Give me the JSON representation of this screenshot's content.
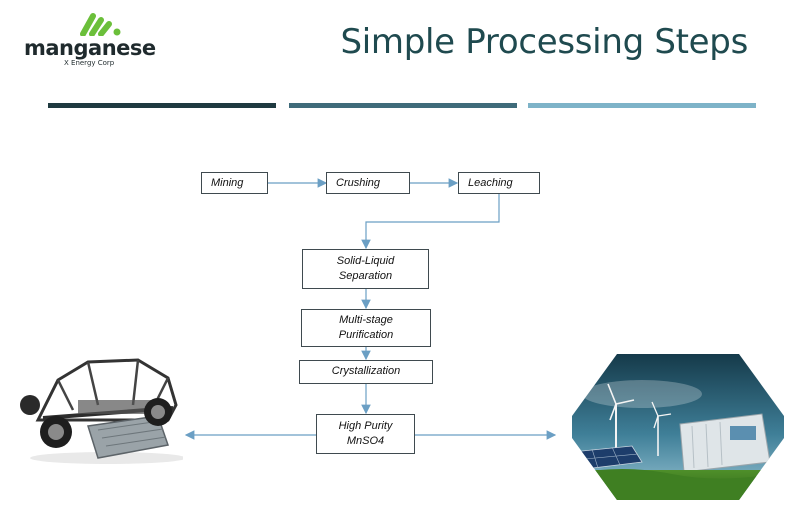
{
  "logo": {
    "wordmark": "manganese",
    "subtitle": "X Energy Corp",
    "brand_color": "#6bbf3a"
  },
  "header": {
    "title": "Simple Processing Steps"
  },
  "rules": {
    "colors": [
      "#1f3a40",
      "#3f6b7a",
      "#7eb3c8"
    ]
  },
  "flow": {
    "mining": "Mining",
    "crushing": "Crushing",
    "leaching": "Leaching",
    "separation_line1": "Solid-Liquid",
    "separation_line2": "Separation",
    "purification_line1": "Multi-stage",
    "purification_line2": "Purification",
    "crystallization": "Crystallization",
    "product_line1": "High Purity",
    "product_line2": "MnSO4",
    "connector_color": "#6b9fc4"
  },
  "images": {
    "left": "electric-vehicle-chassis-with-battery",
    "right": "energy-storage-with-wind-and-solar"
  }
}
